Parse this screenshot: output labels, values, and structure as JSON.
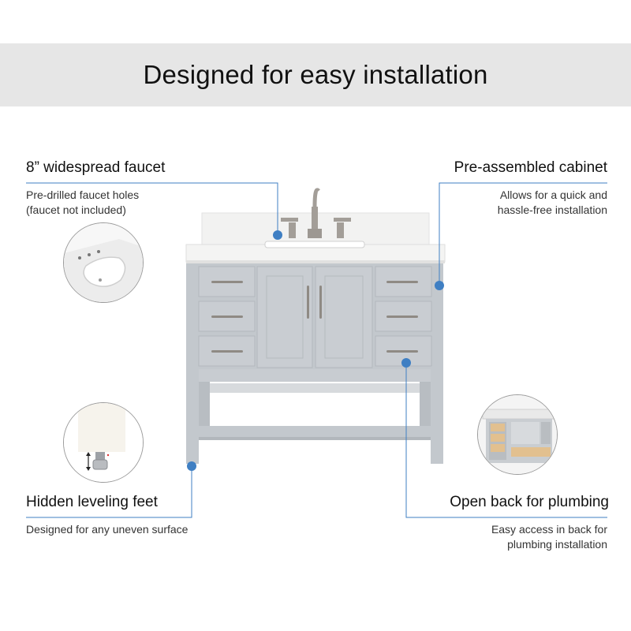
{
  "banner": {
    "title": "Designed for easy installation"
  },
  "features": {
    "faucet": {
      "title": "8” widespread faucet",
      "desc_line1": "Pre-drilled faucet holes",
      "desc_line2": "(faucet not included)"
    },
    "cabinet": {
      "title": "Pre-assembled cabinet",
      "desc_line1": "Allows for  a quick and",
      "desc_line2": "hassle-free installation"
    },
    "feet": {
      "title": "Hidden leveling feet",
      "desc_line1": "Designed for any uneven surface"
    },
    "back": {
      "title": "Open back for plumbing",
      "desc_line1": "Easy access in back for",
      "desc_line2": "plumbing installation"
    }
  },
  "colors": {
    "accent": "#3f7fc3",
    "cabinet": "#c3c8cd",
    "countertop": "#f1f1f0",
    "banner": "#e6e6e6"
  },
  "icons": [
    "sink-detail-icon",
    "leveling-foot-icon",
    "open-back-icon"
  ]
}
